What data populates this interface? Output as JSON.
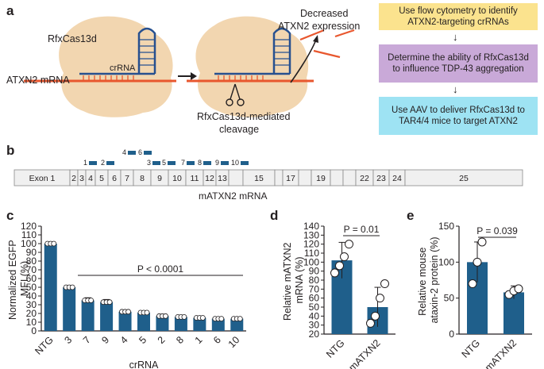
{
  "panel_labels": {
    "a": "a",
    "b": "b",
    "c": "c",
    "d": "d",
    "e": "e"
  },
  "panel_a": {
    "enzyme_label": "RfxCas13d",
    "crrna_label": "crRNA",
    "mrna_label": "ATXN2 mRNA",
    "cleavage_label_line1": "RfxCas13d-mediated",
    "cleavage_label_line2": "cleavage",
    "outcome_label_line1": "Decreased",
    "outcome_label_line2": "ATXN2 expression",
    "flow_steps": [
      {
        "text": "Use flow cytometry to identify ATXN2-targeting crRNAs",
        "color": "#fbe38e"
      },
      {
        "text": "Determine the ability of RfxCas13d to influence TDP-43 aggregation",
        "color": "#c9a9d8"
      },
      {
        "text": "Use AAV to deliver RfxCas13d to TAR4/4 mice to target ATXN2",
        "color": "#9ee3f3"
      }
    ],
    "colors": {
      "enzyme": "#f2d6b0",
      "rna": "#e8572e",
      "crrna": "#27508f"
    }
  },
  "panel_b": {
    "exons": [
      "Exon 1",
      "2",
      "3",
      "4",
      "5",
      "6",
      "7",
      "8",
      "9",
      "10",
      "11",
      "12",
      "13",
      "",
      "15",
      "",
      "17",
      "",
      "19",
      "",
      "",
      "22",
      "23",
      "24",
      "25"
    ],
    "guides_row1": [
      "4",
      "6"
    ],
    "guides_row2": [
      "1",
      "2",
      "3",
      "5",
      "7",
      "8",
      "9",
      "10"
    ],
    "caption": "mATXN2 mRNA",
    "guide_color": "#1f5f8b"
  },
  "chart_data": [
    {
      "type": "bar",
      "panel": "c",
      "ylabel": "Normalized EGFP MFI (%)",
      "xlabel": "crRNA",
      "categories": [
        "NTG",
        "3",
        "7",
        "9",
        "4",
        "5",
        "2",
        "8",
        "1",
        "6",
        "10"
      ],
      "values": [
        100,
        50,
        35,
        33,
        22,
        21,
        17,
        16,
        15,
        14,
        14
      ],
      "errors": [
        2,
        2,
        3,
        3,
        2,
        2,
        2,
        1,
        1,
        1,
        1
      ],
      "ylim": [
        0,
        120
      ],
      "yticks": [
        0,
        10,
        20,
        30,
        40,
        50,
        60,
        70,
        80,
        90,
        100,
        110,
        120
      ],
      "annotation": "P < 0.0001",
      "color": "#1f5f8b"
    },
    {
      "type": "bar",
      "panel": "d",
      "ylabel": "Relative mATXN2 mRNA (%)",
      "categories": [
        "NTG",
        "mATXN2"
      ],
      "values": [
        102,
        50
      ],
      "errors": [
        20,
        22
      ],
      "points": [
        [
          88,
          96,
          106,
          120
        ],
        [
          32,
          40,
          60,
          76
        ]
      ],
      "ylim": [
        20,
        140
      ],
      "yticks": [
        20,
        30,
        40,
        50,
        60,
        70,
        80,
        90,
        100,
        110,
        120,
        130,
        140
      ],
      "annotation": "P = 0.01",
      "color": "#1f5f8b"
    },
    {
      "type": "bar",
      "panel": "e",
      "ylabel": "Relative mouse ataxin-2 protein (%)",
      "categories": [
        "NTG",
        "mATXN2"
      ],
      "values": [
        100,
        58
      ],
      "errors": [
        28,
        9
      ],
      "points": [
        [
          70,
          100,
          128
        ],
        [
          55,
          60,
          63
        ]
      ],
      "ylim": [
        0,
        150
      ],
      "yticks": [
        0,
        50,
        100,
        150
      ],
      "annotation": "P = 0.039",
      "color": "#1f5f8b"
    }
  ]
}
